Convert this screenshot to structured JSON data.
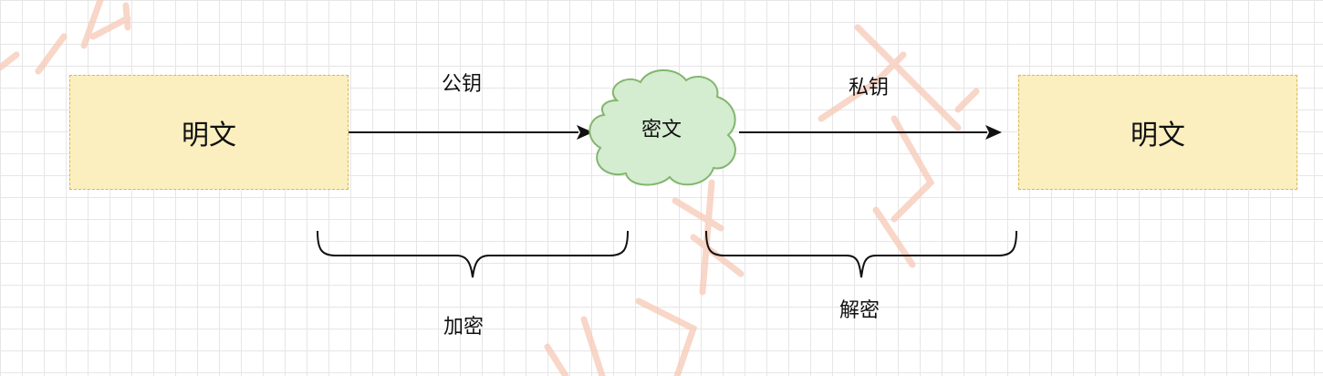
{
  "diagram": {
    "plaintext_left": "明文",
    "plaintext_right": "明文",
    "ciphertext": "密文",
    "public_key_label": "公钥",
    "private_key_label": "私钥",
    "encrypt_label": "加密",
    "decrypt_label": "解密"
  },
  "colors": {
    "box_fill": "#fbefbf",
    "box_border": "#d8b657",
    "cloud_fill": "#d4ecd0",
    "cloud_stroke": "#82b66e",
    "arrow": "#111111",
    "watermark": "#f6c9b6"
  }
}
